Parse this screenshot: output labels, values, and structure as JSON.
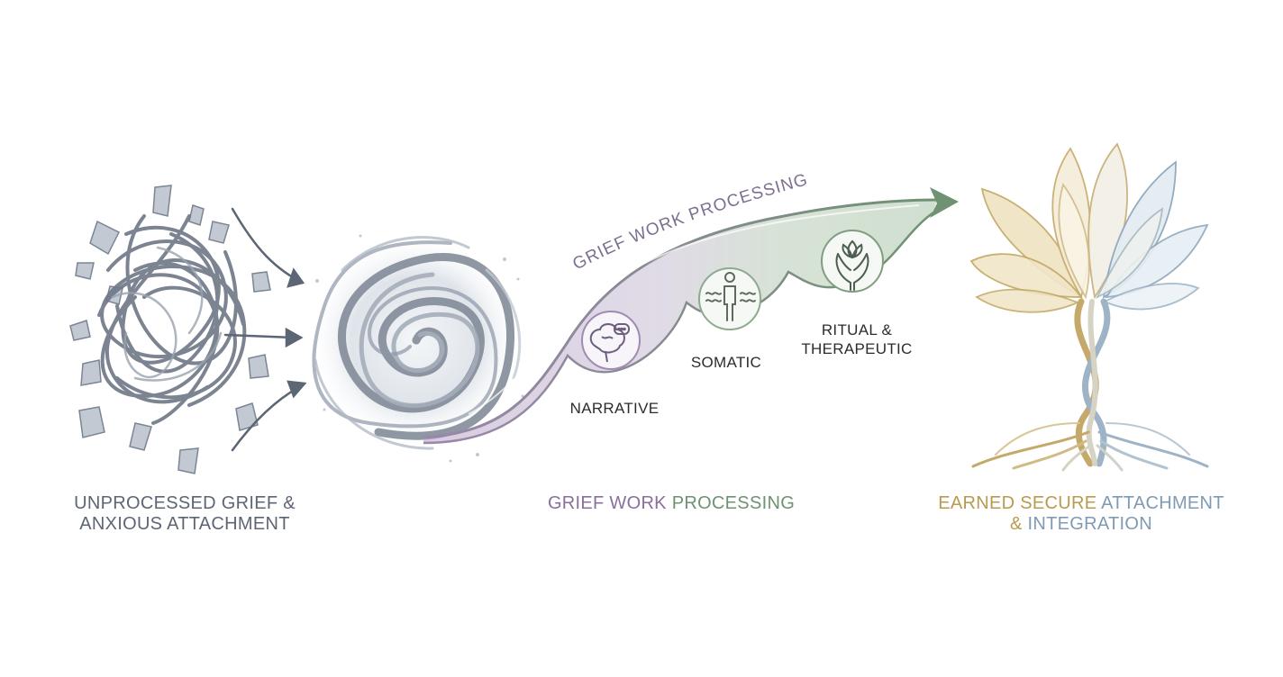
{
  "captions": {
    "left": [
      "UNPROCESSED GRIEF &",
      "ANXIOUS ATTACHMENT"
    ],
    "middle": {
      "part1": "GRIEF WORK",
      "part2": "PROCESSING"
    },
    "right": {
      "line1_part1": "EARNED SECURE",
      "line1_part2": "ATTACHMENT",
      "line2_part1": "&",
      "line2_part2": "INTEGRATION"
    }
  },
  "arc_label": "GRIEF WORK PROCESSING",
  "stages": [
    {
      "label": "NARRATIVE",
      "icon": "brain-speech-icon"
    },
    {
      "label": "SOMATIC",
      "icon": "body-waves-icon"
    },
    {
      "label_lines": [
        "RITUAL &",
        "THERAPEUTIC"
      ],
      "icon": "hands-lotus-icon"
    }
  ],
  "colors": {
    "tangle": "#6e7786",
    "vortex": "#8d97a6",
    "purple": "#8a6f9c",
    "green": "#6f9272",
    "gold": "#b99a4e",
    "blue": "#7f9ab3",
    "label_dark": "#2c2c2c"
  }
}
